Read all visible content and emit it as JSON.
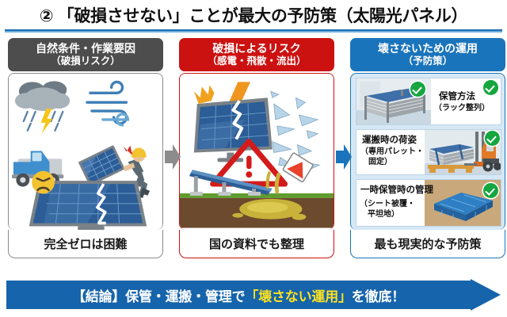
{
  "title": "② 「破損させない」ことが最大の予防策（太陽光パネル）",
  "colors": {
    "gray": "#4d4d4d",
    "red": "#cc1111",
    "blue": "#1a74bb",
    "accent_yellow": "#ffe21f",
    "check_green": "#15a63f",
    "rule_blue": "#1f6fb0"
  },
  "panels": [
    {
      "id": "causes",
      "head_line1": "自然条件・作業要因",
      "head_line2": "（破損リスク）",
      "caption": "完全ゼロは困難",
      "art_items": [
        "rain-cloud-lightning-icon",
        "wind-gust-icon",
        "blue-truck-icon",
        "worker-carrying-panel-icon",
        "cracked-solar-panel-icon",
        "sad-face-icon"
      ]
    },
    {
      "id": "risks",
      "head_line1": "破損によるリスク",
      "head_line2": "（感電・飛散・流出）",
      "caption": "国の資料でも整理",
      "art_items": [
        "cracked-panel-spark-icon",
        "lightning-bolt-icon",
        "flying-glass-shards-icon",
        "warning-triangle-icon",
        "ground-mount-array-icon",
        "spilled-liquid-icon"
      ]
    },
    {
      "id": "prevention",
      "head_line1": "壊さないための運用",
      "head_line2": "（予防策）",
      "caption": "最も現実的な予防策",
      "options": [
        {
          "line1": "保管方法",
          "line2": "（ラック整列）",
          "art": "panel-rack-storage-icon",
          "art_side": "left",
          "status": "ok"
        },
        {
          "line1": "運搬時の荷姿",
          "line2": "（専用パレット・",
          "line3": "　固定）",
          "art": "forklift-pallet-icon",
          "art_side": "right",
          "status": "ok"
        },
        {
          "line1": "一時保管時の管理",
          "line2": "（シート被覆・",
          "line3": "　平坦地）",
          "art": "tarp-covered-stack-icon",
          "art_side": "right",
          "status": "ok"
        }
      ]
    }
  ],
  "flow_arrows": [
    {
      "name": "arrow-causes-to-risks",
      "color": "#808080"
    },
    {
      "name": "arrow-risks-to-prevention",
      "color": "#1a74bb"
    }
  ],
  "conclusion": {
    "prefix": "【結論】保管・運搬・管理で",
    "highlight": "「壊さない運用」",
    "suffix": "を徹底！"
  }
}
